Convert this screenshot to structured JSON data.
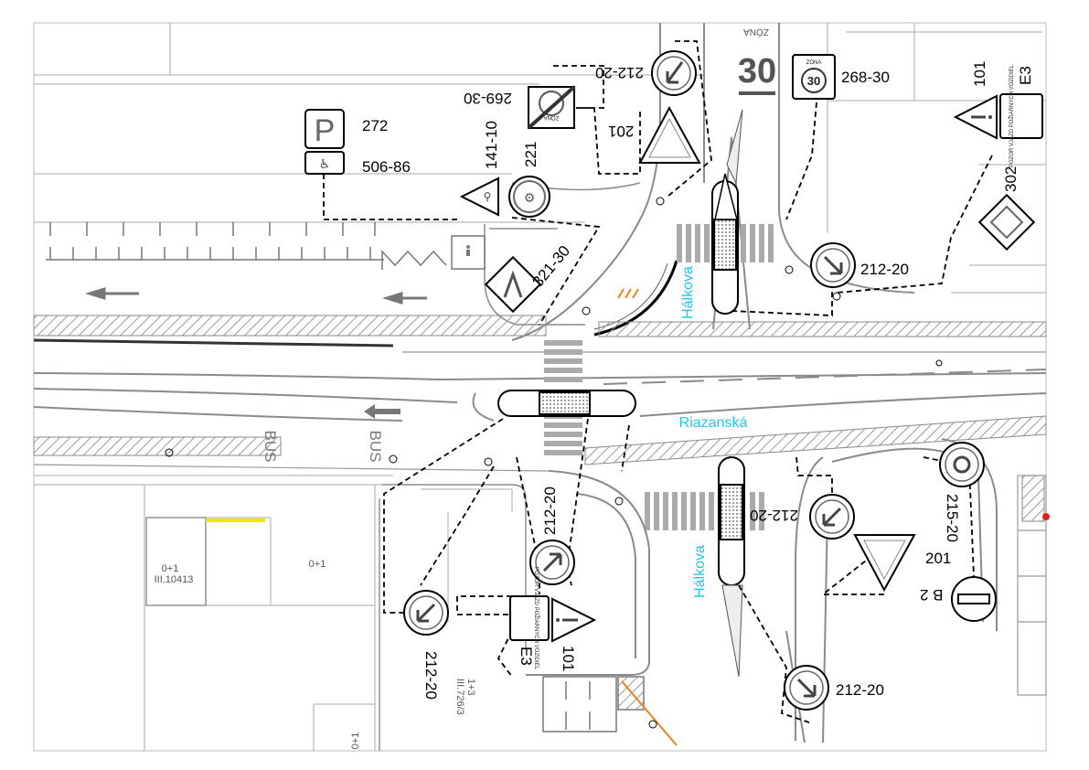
{
  "streets": {
    "main_road": "Riazanská",
    "side_street_north": "Hálkova",
    "side_street_south": "Hálkova"
  },
  "signs": {
    "s_272": "272",
    "s_506_86": "506-86",
    "s_141_10": "141-10",
    "s_221": "221",
    "s_269_30": "269-30",
    "s_212_20_top": "212-20",
    "s_201_top": "201",
    "s_321_30": "321-30",
    "s_268_30": "268-30",
    "s_101_top": "101",
    "s_e3_top": "E3",
    "s_302": "302",
    "s_212_20_right": "212-20",
    "s_212_20_mid": "212-20",
    "s_212_20_center": "212-20",
    "s_215_20": "215-20",
    "s_201_bottom": "201",
    "s_b2": "B 2",
    "s_212_20_bottom_left": "212-20",
    "s_101_bottom": "101",
    "s_e3_bottom": "E3",
    "s_212_20_bottom_right": "212-20"
  },
  "road_markings": {
    "bus_1": "BUS",
    "bus_2": "BUS",
    "zone_word": "ZÓNA",
    "zone_speed": "30"
  },
  "parcels": {
    "p1_number": "0+1",
    "p1_registry": "III.10413",
    "p2_number": "0+1",
    "p3_number": "0+1",
    "p4_number": "III.726/3",
    "p4_prefix": "1+3"
  },
  "sign_faces": {
    "parking_letter": "P",
    "zone_sign_word": "ZÓNA",
    "zone_sign_speed": "30",
    "e3_panel_text": "POZOR VJAZD POŽIARNYCH VOZIDIEL"
  },
  "colors": {
    "street_label": "#1ec8e6",
    "marking_orange": "#e8821e",
    "highlight_yellow": "#f2e600",
    "curb_gray": "#8a8a8a"
  }
}
